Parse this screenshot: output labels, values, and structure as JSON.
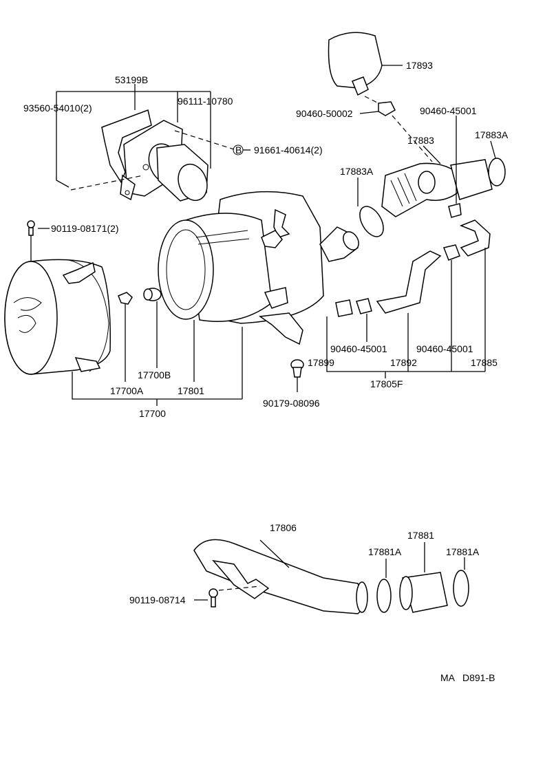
{
  "labels": {
    "p53199B": "53199B",
    "p93560": "93560-54010(2)",
    "p96111": "96111-10780",
    "p91661": "91661-40614(2)",
    "p90119a": "90119-08171(2)",
    "p17893": "17893",
    "p90460_50002": "90460-50002",
    "p90460_45001_top": "90460-45001",
    "p17883": "17883",
    "p17883A_r": "17883A",
    "p17883A_l": "17883A",
    "p17899": "17899",
    "p90460_45001_ml": "90460-45001",
    "p90460_45001_mr": "90460-45001",
    "p17892": "17892",
    "p17885": "17885",
    "p17805F": "17805F",
    "p17700B": "17700B",
    "p17700A": "17700A",
    "p17801": "17801",
    "p17700": "17700",
    "p90179": "90179-08096",
    "p17806": "17806",
    "p17881": "17881",
    "p17881A_l": "17881A",
    "p17881A_r": "17881A",
    "p90119b": "90119-08714",
    "bolt_marker": "B",
    "code_ma": "MA",
    "code_id": "D891-B"
  }
}
